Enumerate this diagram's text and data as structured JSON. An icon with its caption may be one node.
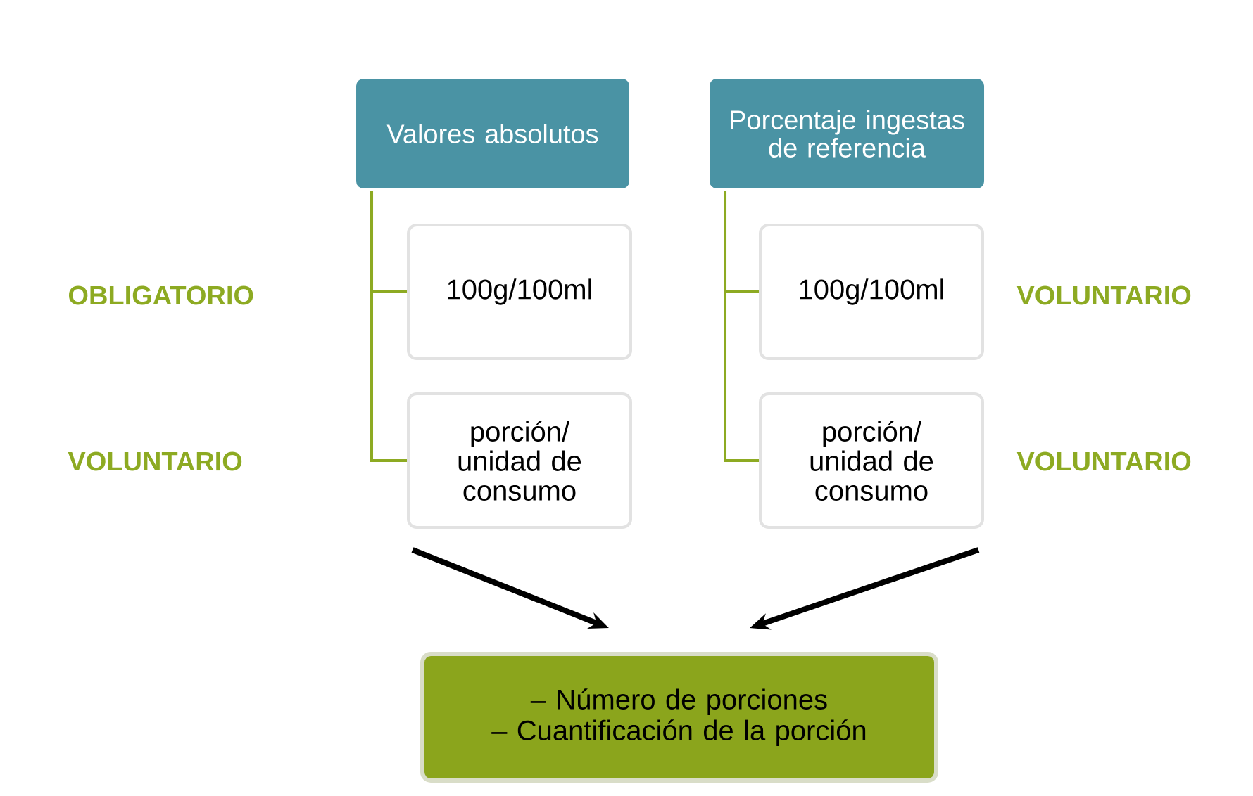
{
  "diagram": {
    "nodes": [
      {
        "text": [
          "Valores absolutos"
        ]
      },
      {
        "text": [
          "100g/100ml"
        ]
      },
      {
        "text": [
          "porción/ unidad de consumo"
        ]
      },
      {
        "text": [
          "Porcentaje ingestas de referencia"
        ]
      },
      {
        "text": [
          "100g/100ml"
        ]
      },
      {
        "text": [
          "porción/ unidad de consumo"
        ]
      },
      {
        "text": [
          "– Número de porciones",
          "– Cuantificación de la porción"
        ]
      }
    ],
    "edges": [
      {
        "from": 0,
        "to": 1,
        "arrow": "none"
      },
      {
        "from": 0,
        "to": 2,
        "arrow": "none"
      },
      {
        "from": 3,
        "to": 4,
        "arrow": "none"
      },
      {
        "from": 3,
        "to": 5,
        "arrow": "none"
      },
      {
        "from": 2,
        "to": 6,
        "arrow": "to",
        "style": "thick",
        "color": "#000000"
      },
      {
        "from": 5,
        "to": 6,
        "arrow": "to",
        "style": "thick",
        "color": "#000000"
      }
    ],
    "labels": [
      "OBLIGATORIO",
      "VOLUNTARIO",
      "VOLUNTARIO",
      "VOLUNTARIO"
    ]
  }
}
